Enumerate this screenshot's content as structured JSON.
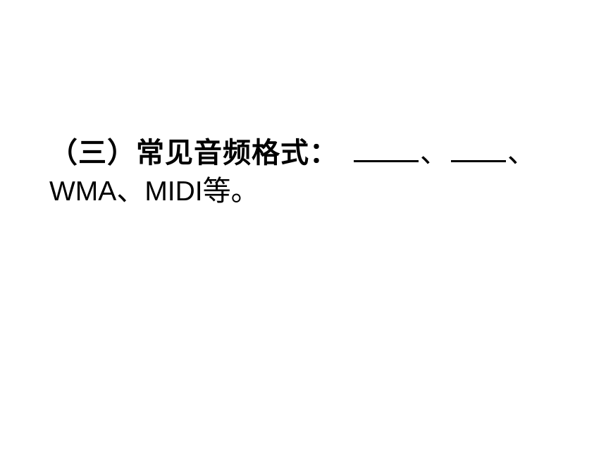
{
  "slide": {
    "heading": "（三）常见音频格式：",
    "blank_1": "____",
    "separator_1": "、",
    "blank_2": "___",
    "separator_2": "、",
    "format_wma": "WMA",
    "separator_3": "、",
    "format_midi": "MIDI",
    "ending": "等。"
  }
}
